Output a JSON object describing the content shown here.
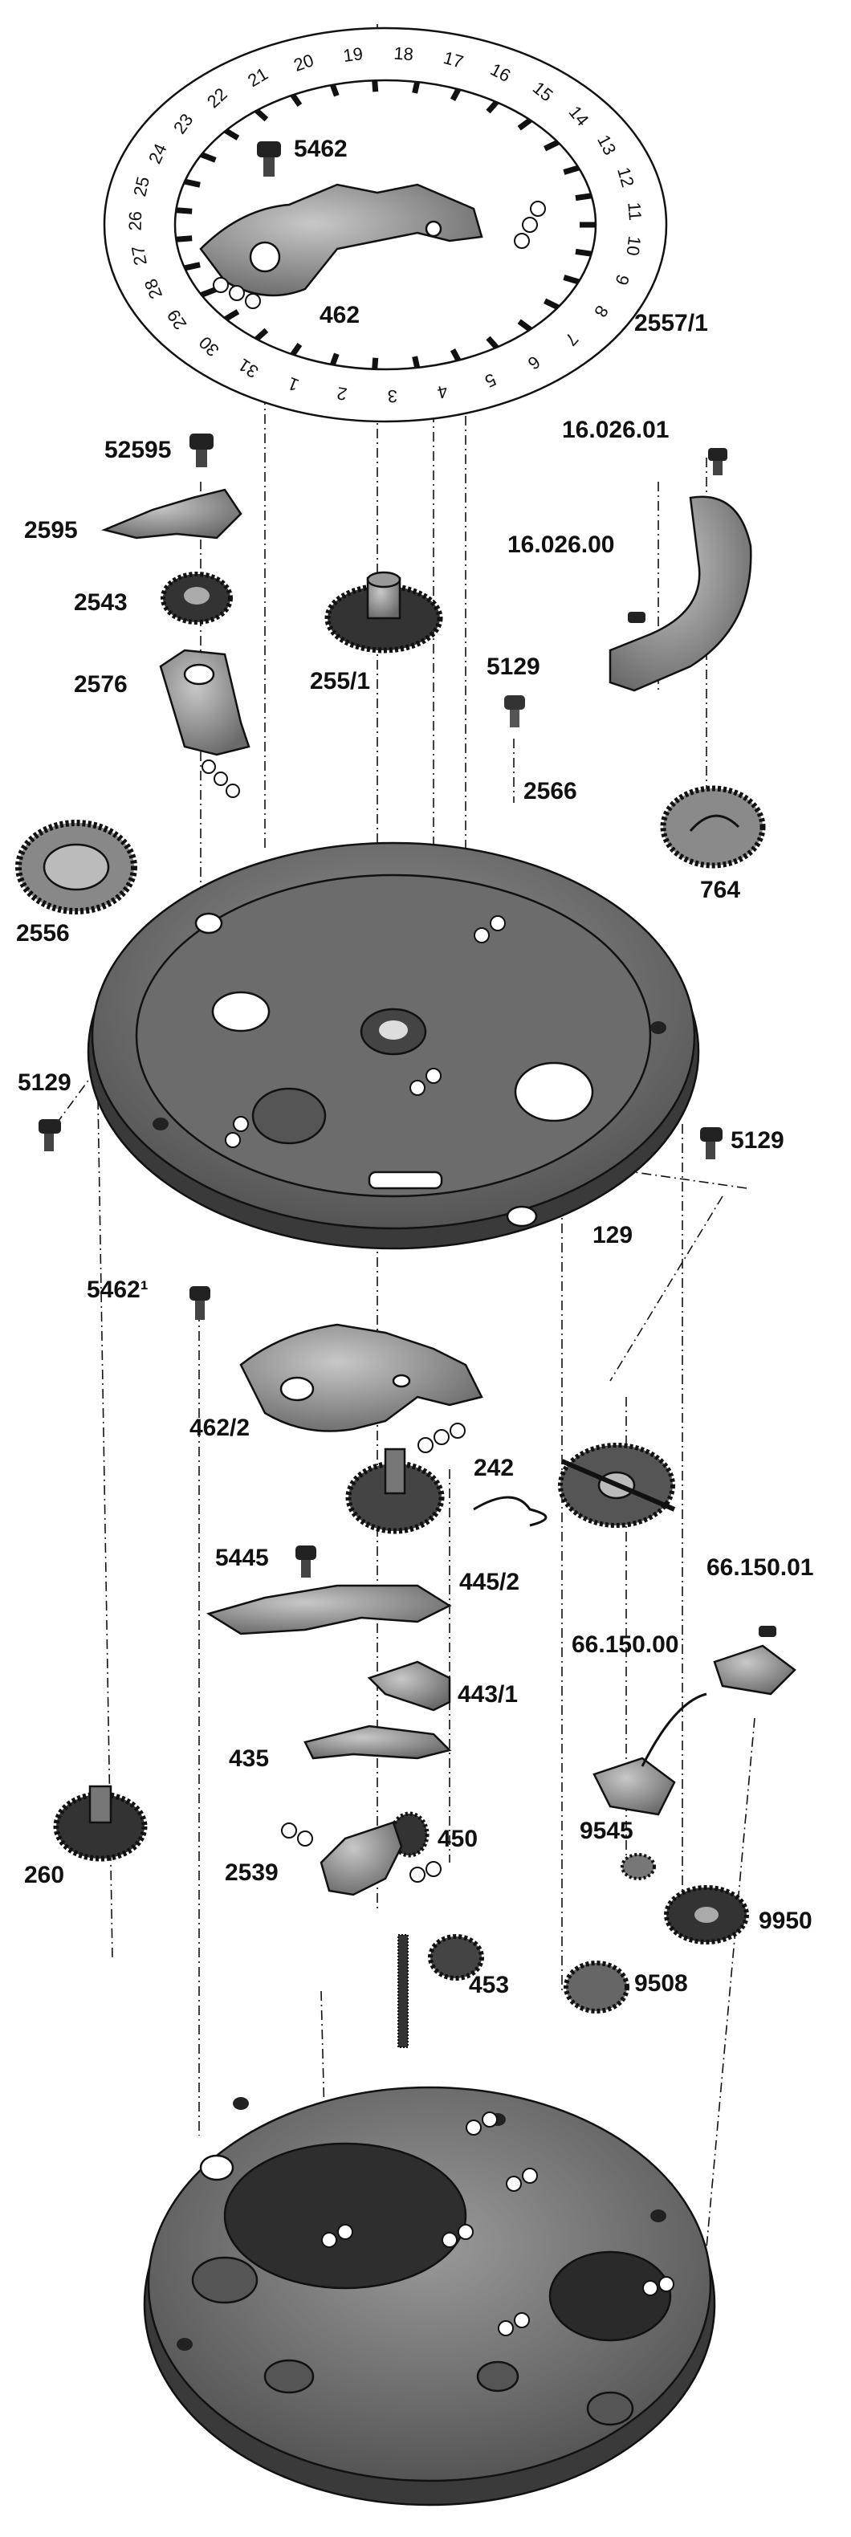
{
  "colors": {
    "ink": "#111111",
    "metal_dark": "#3a3a3a",
    "metal_mid": "#7a7a7a",
    "metal_light": "#b5b5b5",
    "paper": "#ffffff"
  },
  "date_ring": {
    "label": "2557/1",
    "numbers": [
      "1",
      "2",
      "3",
      "4",
      "5",
      "6",
      "7",
      "8",
      "9",
      "10",
      "11",
      "12",
      "13",
      "14",
      "15",
      "16",
      "17",
      "18",
      "19",
      "20",
      "21",
      "22",
      "23",
      "24",
      "25",
      "26",
      "27",
      "28",
      "29",
      "30",
      "31"
    ]
  },
  "parts": [
    {
      "id": "5462",
      "text": "5462"
    },
    {
      "id": "462",
      "text": "462"
    },
    {
      "id": "2557-1",
      "text": "2557/1"
    },
    {
      "id": "52595",
      "text": "52595"
    },
    {
      "id": "2595",
      "text": "2595"
    },
    {
      "id": "16-026-01",
      "text": "16.026.01"
    },
    {
      "id": "16-026-00",
      "text": "16.026.00"
    },
    {
      "id": "2543",
      "text": "2543"
    },
    {
      "id": "2576",
      "text": "2576"
    },
    {
      "id": "255-1",
      "text": "255/1"
    },
    {
      "id": "5129-top",
      "text": "5129"
    },
    {
      "id": "2566",
      "text": "2566"
    },
    {
      "id": "764",
      "text": "764"
    },
    {
      "id": "2556",
      "text": "2556"
    },
    {
      "id": "5129-left",
      "text": "5129"
    },
    {
      "id": "5129-right",
      "text": "5129"
    },
    {
      "id": "129",
      "text": "129"
    },
    {
      "id": "5462-1",
      "text": "5462¹"
    },
    {
      "id": "462-2",
      "text": "462/2"
    },
    {
      "id": "242",
      "text": "242"
    },
    {
      "id": "5445",
      "text": "5445"
    },
    {
      "id": "445-2",
      "text": "445/2"
    },
    {
      "id": "66-150-01",
      "text": "66.150.01"
    },
    {
      "id": "66-150-00",
      "text": "66.150.00"
    },
    {
      "id": "443-1",
      "text": "443/1"
    },
    {
      "id": "435",
      "text": "435"
    },
    {
      "id": "450",
      "text": "450"
    },
    {
      "id": "2539",
      "text": "2539"
    },
    {
      "id": "260",
      "text": "260"
    },
    {
      "id": "9545",
      "text": "9545"
    },
    {
      "id": "9950",
      "text": "9950"
    },
    {
      "id": "453",
      "text": "453"
    },
    {
      "id": "9508",
      "text": "9508"
    }
  ]
}
